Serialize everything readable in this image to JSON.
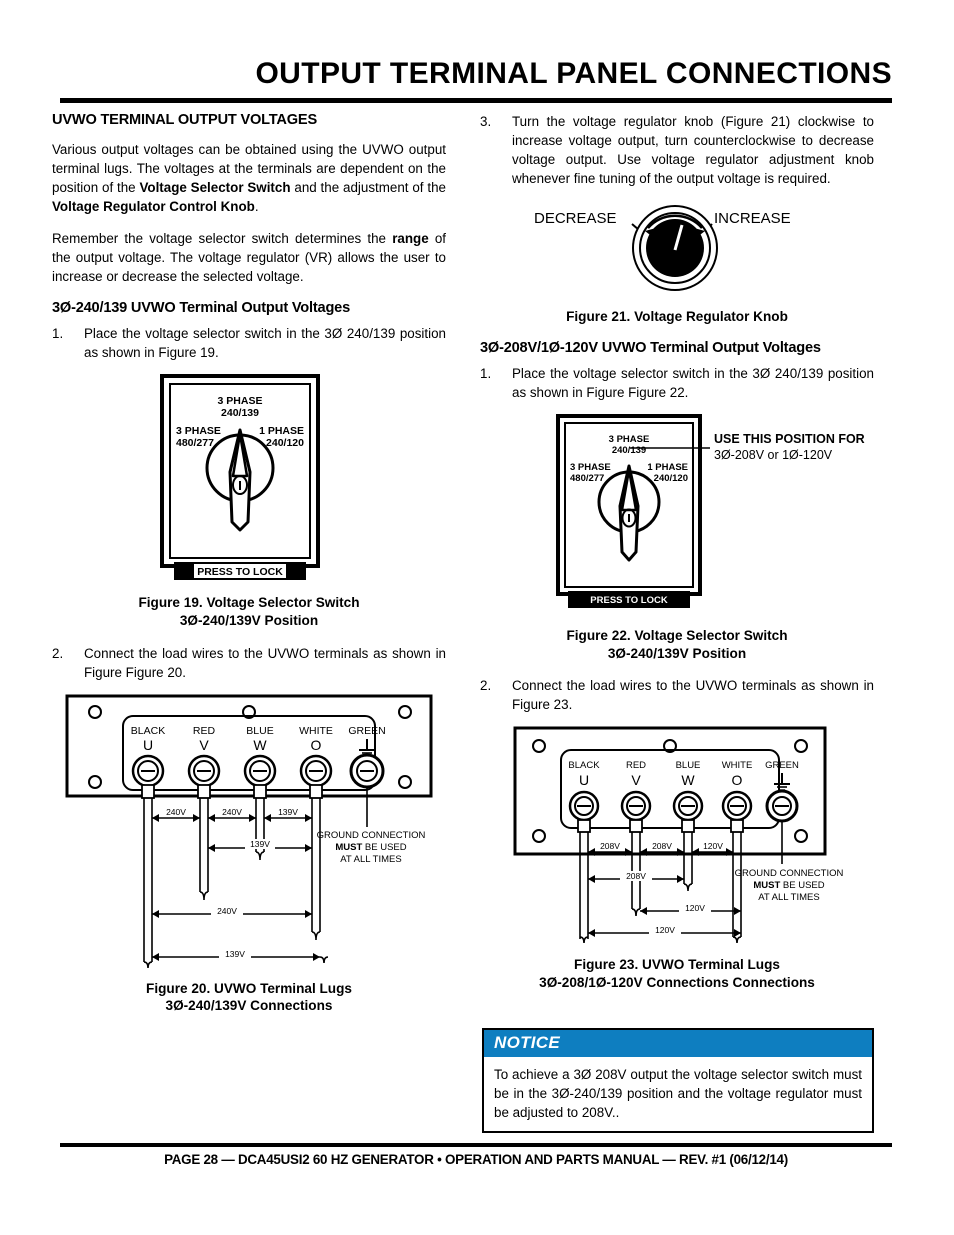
{
  "header": {
    "title": "OUTPUT TERMINAL PANEL CONNECTIONS"
  },
  "left_column": {
    "section_heading": "UVWO TERMINAL OUTPUT VOLTAGES",
    "paragraph_1_part1": "Various output voltages can be obtained using the UVWO output terminal lugs. The voltages at the terminals are dependent on the position of the ",
    "paragraph_1_bold1": "Voltage Selector Switch",
    "paragraph_1_part2": " and the adjustment of the ",
    "paragraph_1_bold2": "Voltage Regulator Control Knob",
    "paragraph_1_part3": ".",
    "paragraph_2_part1": "Remember the voltage selector switch determines the ",
    "paragraph_2_bold1": "range",
    "paragraph_2_part2": " of the output voltage. The voltage regulator (VR) allows the user to increase or decrease the selected voltage.",
    "subsection_heading": "3Ø-240/139 UVWO Terminal Output Voltages",
    "step_1_num": "1.",
    "step_1_text": "Place the voltage selector switch in the 3Ø 240/139 position as shown in Figure 19.",
    "step_2_num": "2.",
    "step_2_text": "Connect the load wires to the UVWO terminals as shown in Figure Figure 20.",
    "figure_19_caption_line1": "Figure 19. Voltage Selector Switch",
    "figure_19_caption_line2": "3Ø-240/139V Position",
    "figure_20_caption_line1": "Figure 20.  UVWO Terminal Lugs",
    "figure_20_caption_line2": "3Ø-240/139V Connections"
  },
  "right_column": {
    "step_3_num": "3.",
    "step_3_text": "Turn the voltage regulator knob (Figure 21) clockwise to increase voltage output, turn counterclockwise to decrease voltage output. Use voltage regulator adjustment knob whenever fine tuning of the output voltage is required.",
    "figure_21_caption": "Figure 21. Voltage Regulator Knob",
    "subsection_heading": "3Ø-208V/1Ø-120V UVWO Terminal Output Voltages",
    "step_1_num": "1.",
    "step_1_text": "Place the voltage selector switch in the 3Ø 240/139 position as shown in Figure Figure 22.",
    "step_2_num": "2.",
    "step_2_text": "Connect the load wires to the UVWO terminals as shown in Figure 23.",
    "figure_22_caption_line1": "Figure 22. Voltage Selector Switch",
    "figure_22_caption_line2": "3Ø-240/139V Position",
    "figure_23_caption_line1": "Figure 23. UVWO Terminal Lugs",
    "figure_23_caption_line2": "3Ø-208/1Ø-120V Connections Connections"
  },
  "figure_21": {
    "label_decrease": "DECREASE",
    "label_increase": "INCREASE"
  },
  "selector_switch": {
    "top_label_line1": "3 PHASE",
    "top_label_line2": "240/139",
    "left_label_line1": "3 PHASE",
    "left_label_line2": "480/277",
    "right_label_line1": "1 PHASE",
    "right_label_line2": "240/120",
    "lock_label": "PRESS TO LOCK"
  },
  "figure_22_annotation": {
    "line1": "USE THIS POSITION FOR",
    "line2": "3Ø-208V or 1Ø-120V"
  },
  "terminals": {
    "colors": [
      "BLACK",
      "RED",
      "BLUE",
      "WHITE",
      "GREEN"
    ],
    "letters": [
      "U",
      "V",
      "W",
      "O",
      ""
    ]
  },
  "ground_note": {
    "line1": "GROUND CONNECTION",
    "line2_bold": "MUST",
    "line2_rest": " BE USED",
    "line3": "AT ALL TIMES"
  },
  "figure_20_measurements": {
    "row1": [
      "240V",
      "240V",
      "139V"
    ],
    "row2": "139V",
    "row3": "240V",
    "row4": "139V"
  },
  "figure_23_measurements": {
    "row1": [
      "208V",
      "208V",
      "120V"
    ],
    "row2": "208V",
    "row3": "120V",
    "row4": "120V"
  },
  "notice": {
    "title": "NOTICE",
    "body": "To achieve a 3Ø 208V output the voltage selector switch must be in the 3Ø-240/139 position and the voltage regulator must be adjusted to 208V.."
  },
  "footer": {
    "text": "PAGE 28 — DCA45USI2 60 HZ GENERATOR • OPERATION AND PARTS MANUAL — REV. #1 (06/12/14)"
  },
  "colors": {
    "notice_blue": "#0e7ec0",
    "ink": "#000000",
    "paper": "#ffffff"
  }
}
